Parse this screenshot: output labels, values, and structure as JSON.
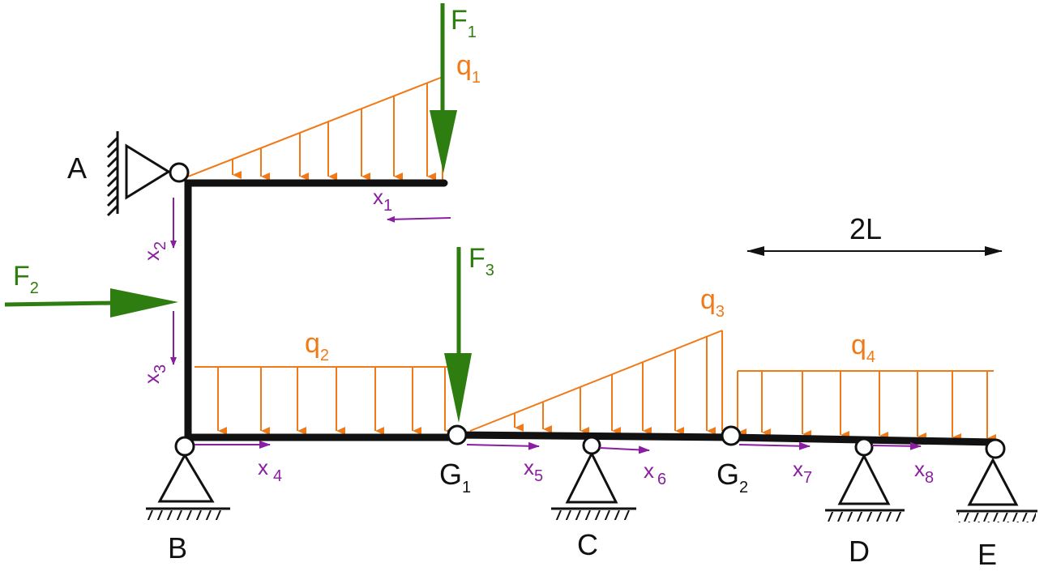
{
  "colors": {
    "beam": "#111111",
    "force": "#2e7d10",
    "distributed_load": "#f07a18",
    "coordinate": "#8a1ea0"
  },
  "supports": {
    "A": "A",
    "B": "B",
    "C": "C",
    "D": "D",
    "E": "E"
  },
  "hinges": {
    "G1": {
      "letter": "G",
      "index": "1"
    },
    "G2": {
      "letter": "G",
      "index": "2"
    }
  },
  "forces": {
    "F1": {
      "letter": "F",
      "index": "1"
    },
    "F2": {
      "letter": "F",
      "index": "2"
    },
    "F3": {
      "letter": "F",
      "index": "3"
    }
  },
  "loads": {
    "q1": {
      "letter": "q",
      "index": "1"
    },
    "q2": {
      "letter": "q",
      "index": "2"
    },
    "q3": {
      "letter": "q",
      "index": "3"
    },
    "q4": {
      "letter": "q",
      "index": "4"
    }
  },
  "coordinates": {
    "x1": {
      "letter": "x",
      "index": "1"
    },
    "x2": {
      "letter": "x",
      "index": "2"
    },
    "x3": {
      "letter": "x",
      "index": "3"
    },
    "x4": {
      "letter": "x",
      "index": "4"
    },
    "x5": {
      "letter": "x",
      "index": "5"
    },
    "x6": {
      "letter": "x",
      "index": "6"
    },
    "x7": {
      "letter": "x",
      "index": "7"
    },
    "x8": {
      "letter": "x",
      "index": "8"
    }
  },
  "dimension": {
    "label": "2L"
  }
}
